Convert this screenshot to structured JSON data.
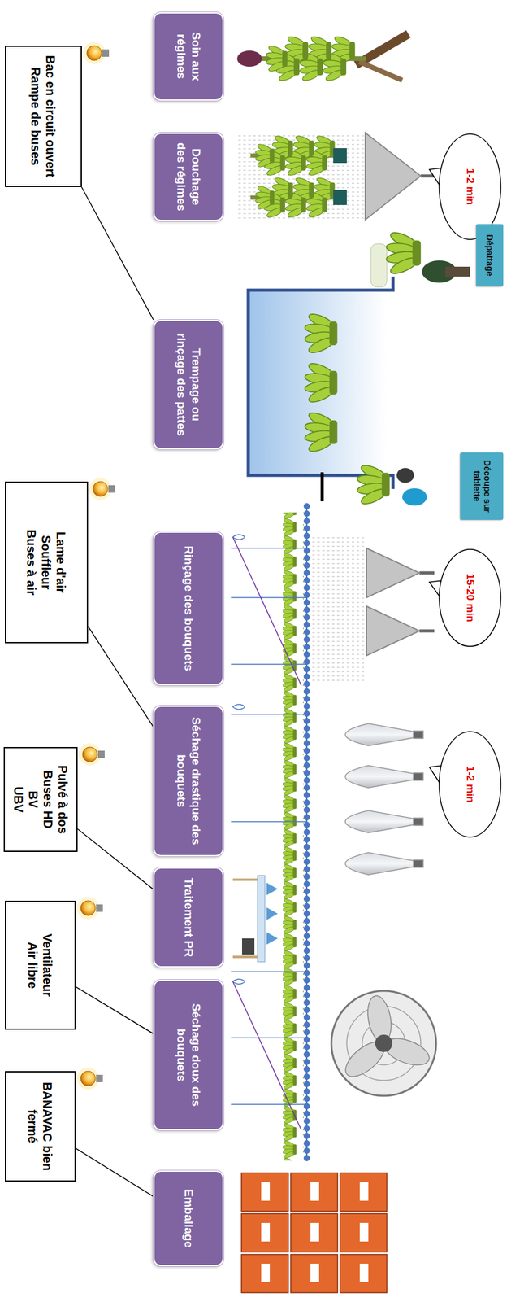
{
  "diagram": {
    "nodes": [
      {
        "text": [
          "Soin aux régimes"
        ]
      },
      {
        "text": [
          "Douchage des régimes"
        ]
      },
      {
        "text": [
          "Trempage ou rinçage des pattes"
        ]
      },
      {
        "text": [
          "Rinçage des bouquets"
        ]
      },
      {
        "text": [
          "Séchage drastique des bouquets"
        ]
      },
      {
        "text": [
          "Traitement PR"
        ]
      },
      {
        "text": [
          "Séchage doux des bouquets"
        ]
      },
      {
        "text": [
          "Emballage"
        ]
      },
      {
        "text": [
          "Bac en circuit ouvert",
          "Rampe de buses"
        ]
      },
      {
        "text": [
          "Lame d'air",
          "Souffleur",
          "Buses à air"
        ]
      },
      {
        "text": [
          "Pulvé à dos",
          "Buses HD",
          "BV",
          "UBV"
        ]
      },
      {
        "text": [
          "Ventilateur",
          "Air libre"
        ]
      },
      {
        "text": [
          "BANAVAC bien fermé"
        ]
      },
      {
        "text": [
          "1-2 min"
        ]
      },
      {
        "text": [
          "15-20 min"
        ]
      },
      {
        "text": [
          "1-2 min"
        ]
      },
      {
        "text": [
          "Dépattage"
        ]
      },
      {
        "text": [
          "Découpe sur tablette"
        ]
      }
    ],
    "edges": [
      {
        "from": 8,
        "to": 2,
        "arrow": "none"
      },
      {
        "from": 9,
        "to": 4,
        "arrow": "none"
      },
      {
        "from": 10,
        "to": 5,
        "arrow": "none"
      },
      {
        "from": 11,
        "to": 6,
        "arrow": "none"
      },
      {
        "from": 12,
        "to": 7,
        "arrow": "none"
      }
    ]
  }
}
